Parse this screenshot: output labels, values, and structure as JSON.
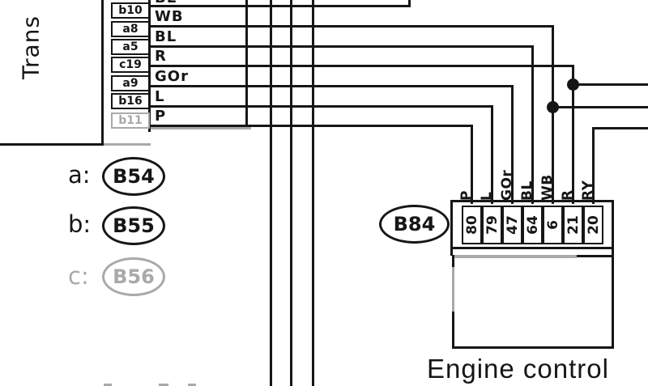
{
  "left_connector": {
    "name": "Trans",
    "clipped_top_wire_label": "BL",
    "pins": [
      {
        "id": "b10",
        "wire": "WB"
      },
      {
        "id": "a8",
        "wire": "BL"
      },
      {
        "id": "a5",
        "wire": "R"
      },
      {
        "id": "c19",
        "wire": "GOr"
      },
      {
        "id": "a9",
        "wire": "L"
      },
      {
        "id": "b16",
        "wire": "P"
      },
      {
        "id": "b11",
        "wire": ""
      }
    ]
  },
  "legend": [
    {
      "key": "a:",
      "value": "B54"
    },
    {
      "key": "b:",
      "value": "B55"
    },
    {
      "key": "c:",
      "value": "B56"
    }
  ],
  "ecu": {
    "connector_id": "B84",
    "label": "Engine control",
    "pins": [
      {
        "number": "80",
        "wire": "P"
      },
      {
        "number": "79",
        "wire": "L"
      },
      {
        "number": "47",
        "wire": "GOr"
      },
      {
        "number": "64",
        "wire": "BL"
      },
      {
        "number": "6",
        "wire": "WB"
      },
      {
        "number": "21",
        "wire": "R"
      },
      {
        "number": "20",
        "wire": "RY"
      }
    ]
  },
  "colors": {
    "ink": "#161616",
    "muted_gray": "#a9a9a9",
    "background": "#ffffff"
  }
}
